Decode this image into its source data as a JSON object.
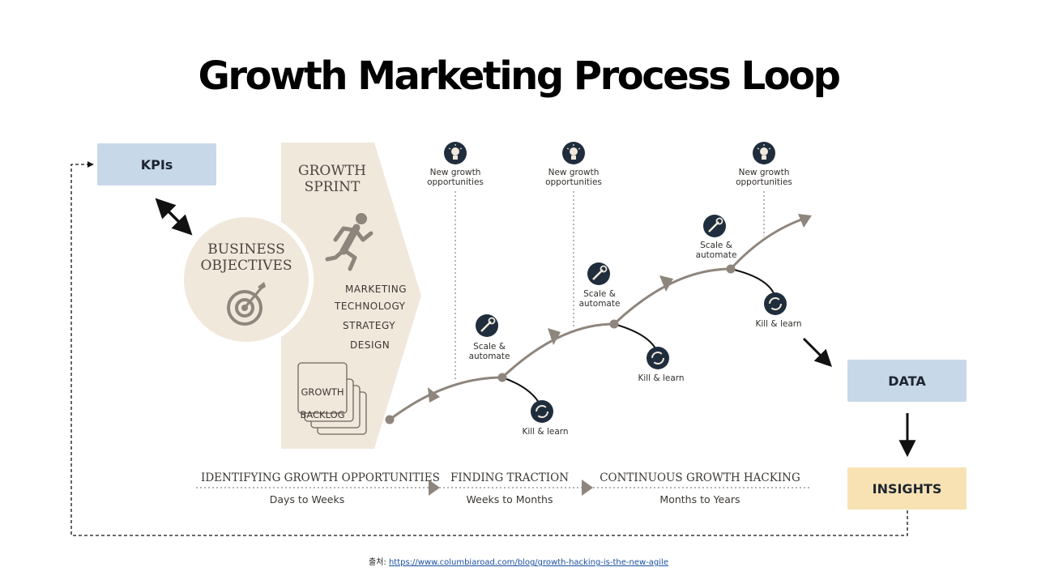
{
  "title": "Growth Marketing Process Loop",
  "boxes": {
    "kpis": "KPIs",
    "data": "DATA",
    "insights": "INSIGHTS"
  },
  "business_objectives": {
    "line1": "BUSINESS",
    "line2": "OBJECTIVES"
  },
  "growth_sprint": {
    "line1": "GROWTH",
    "line2": "SPRINT",
    "items": [
      "MARKETING",
      "TECHNOLOGY",
      "STRATEGY",
      "DESIGN"
    ]
  },
  "growth_backlog": {
    "line1": "GROWTH",
    "line2": "BACKLOG"
  },
  "labels": {
    "new_growth": "New growth\nopportunities",
    "scale": "Scale &\nautomate",
    "kill": "Kill & learn"
  },
  "phases": [
    {
      "name": "IDENTIFYING GROWTH OPPORTUNITIES",
      "duration": "Days to Weeks"
    },
    {
      "name": "FINDING TRACTION",
      "duration": "Weeks to Months"
    },
    {
      "name": "CONTINUOUS GROWTH HACKING",
      "duration": "Months to Years"
    }
  ],
  "source": {
    "prefix": "출처: ",
    "url": "https://www.columbiaroad.com/blog/growth-hacking-is-the-new-agile"
  },
  "colors": {
    "beige": "#f1e8dc",
    "curve": "#8e857c",
    "navy": "#1f2d3d",
    "kpi_box": "#c7d8e8",
    "insights_box": "#f8e2b4"
  }
}
